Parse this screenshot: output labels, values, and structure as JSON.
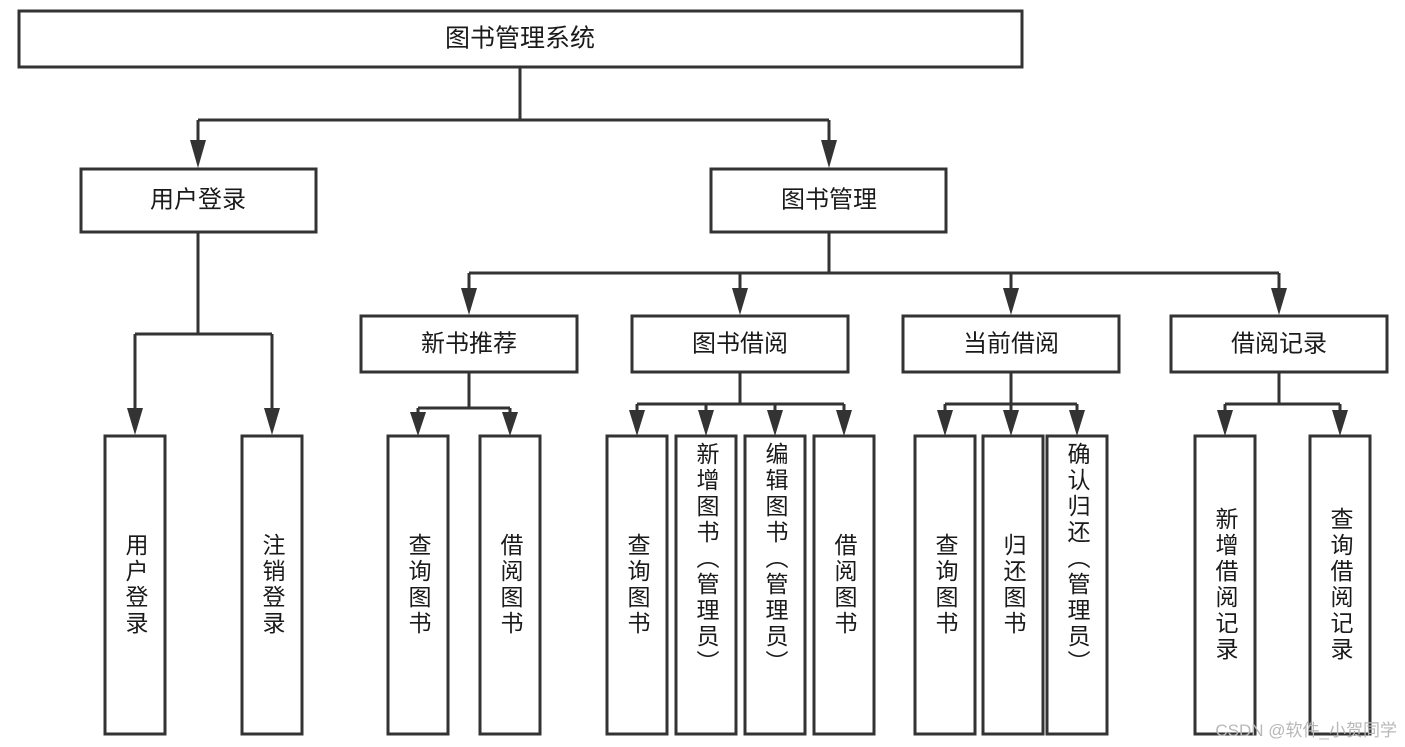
{
  "diagram": {
    "type": "tree",
    "title": "图书管理系统",
    "watermark": "CSDN @软件_小贺同学",
    "colors": {
      "stroke": "#333333",
      "fill": "#ffffff",
      "text": "#1a1a1a",
      "watermark": "#b8b8b8"
    },
    "levels": {
      "root": {
        "label": "图书管理系统"
      },
      "level2": [
        {
          "label": "用户登录"
        },
        {
          "label": "图书管理"
        }
      ],
      "level3": [
        {
          "label": "新书推荐"
        },
        {
          "label": "图书借阅"
        },
        {
          "label": "当前借阅"
        },
        {
          "label": "借阅记录"
        }
      ]
    },
    "leaves": {
      "user_login": [
        {
          "label": "用户登录"
        },
        {
          "label": "注销登录"
        }
      ],
      "new_book_recommend": [
        {
          "label": "查询图书"
        },
        {
          "label": "借阅图书"
        }
      ],
      "book_borrow": [
        {
          "label": "查询图书"
        },
        {
          "label": "新增图书（管理员）"
        },
        {
          "label": "编辑图书（管理员）"
        },
        {
          "label": "借阅图书"
        }
      ],
      "current_borrow": [
        {
          "label": "查询图书"
        },
        {
          "label": "归还图书"
        },
        {
          "label": "确认归还（管理员）"
        }
      ],
      "borrow_record": [
        {
          "label": "新增借阅记录"
        },
        {
          "label": "查询借阅记录"
        }
      ]
    }
  }
}
